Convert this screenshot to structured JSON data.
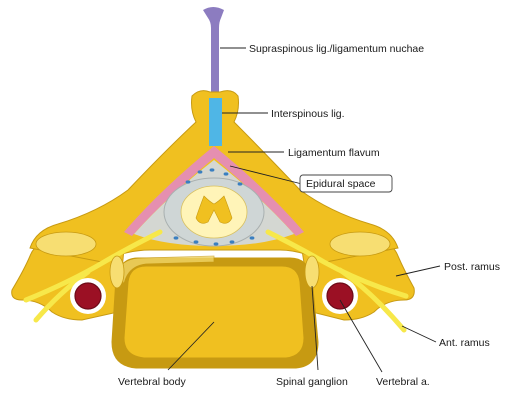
{
  "labels": {
    "supraspinous": "Supraspinous lig./ligamentum nuchae",
    "interspinous": "Interspinous lig.",
    "flavum": "Ligamentum flavum",
    "epidural": "Epidural space",
    "post_ramus": "Post. ramus",
    "ant_ramus": "Ant. ramus",
    "vertebral_body": "Vertebral body",
    "spinal_ganglion": "Spinal ganglion",
    "vertebral_a": "Vertebral a."
  },
  "colors": {
    "bone": "#f0c020",
    "bone_dark": "#c79a12",
    "bone_light": "#f7de72",
    "supraspinous": "#8c7cc0",
    "interspinous": "#4fb6e6",
    "flavum": "#e58fb0",
    "dura": "#cfd6d6",
    "cord": "#fff4b8",
    "artery": "#9b1024",
    "fat_dots": "#3a7fc0"
  }
}
